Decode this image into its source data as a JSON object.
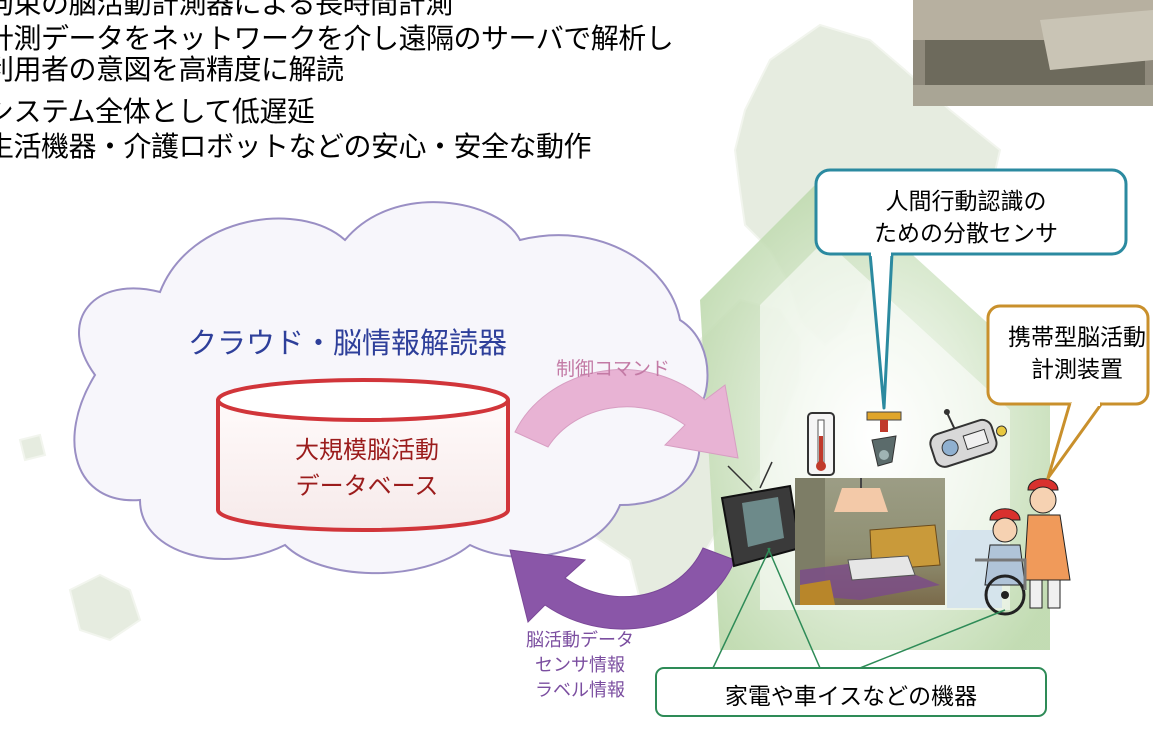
{
  "bullets": [
    "拘束の脳活動計測器による長時間計測",
    "計測データをネットワークを介し遠隔のサーバで解析し",
    "利用者の意図を高精度に解読",
    "システム全体として低遅延",
    "生活機器・介護ロボットなどの安心・安全な動作"
  ],
  "cloud": {
    "title": "クラウド・脳情報解読器"
  },
  "database": {
    "line1": "大規模脳活動",
    "line2": "データベース"
  },
  "arrows": {
    "control": "制御コマンド",
    "data": [
      "脳活動データ",
      "センサ情報",
      "ラベル情報"
    ]
  },
  "callouts": {
    "sensor": [
      "人間行動認識の",
      "ための分散センサ"
    ],
    "portable": [
      "携帯型脳活動",
      "計測装置"
    ],
    "appliances": "家電や車イスなどの機器"
  },
  "colors": {
    "cloud_outline": "#9a8fc4",
    "database_outline": "#d1353a",
    "control_arrow": "#e8b3d4",
    "data_arrow": "#8a56a8",
    "sensor_callout_border": "#2b8aa0",
    "portable_callout_border": "#c9902c",
    "appliance_callout_border": "#2e8b57",
    "map_fill": "#e6ece0",
    "house_fill": "#cfe3c2"
  },
  "icons": [
    "japan-map",
    "house-outline",
    "thermometer-icon",
    "camera-sensor-icon",
    "robot-sensor-icon",
    "television-icon",
    "living-room-image",
    "wheelchair-caregiver-image",
    "outdoor-photo"
  ]
}
